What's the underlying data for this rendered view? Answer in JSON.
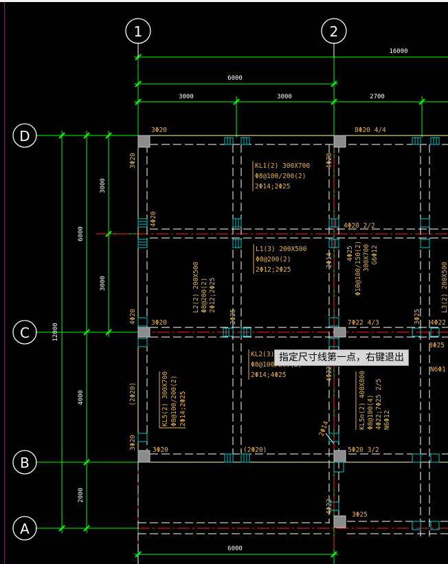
{
  "axes": {
    "vertical": [
      "1",
      "2"
    ],
    "horizontal": [
      "D",
      "C",
      "B",
      "A"
    ]
  },
  "dimensions": {
    "top_total": "16000",
    "top_span": "6000",
    "top_bays": [
      "3000",
      "3000",
      "2700"
    ],
    "left_total": "12000",
    "left_upper": "6000",
    "left_d_mid": "3000",
    "left_mid_c": "3000",
    "left_c_b": "4000",
    "left_b_a": "2000",
    "bottom_span": "6000"
  },
  "annotations": {
    "d1_top": "3Φ20",
    "d1_side": "3Φ20",
    "d2_top": "8Φ20 4/4",
    "d2_side": "4Φ20",
    "kl1_a": "KL1(2) 300X700",
    "kl1_b": "Φ8@100/200(2)",
    "kl1_c": "2Φ14;2Φ25",
    "mid_side": "4Φ20",
    "mid2": "4Φ20 2/2",
    "l1_a": "L1(3) 200X500",
    "l1_b": "Φ8@200(2)",
    "l1_c": "2Φ12;2Φ25",
    "l2_a": "L2(2) 200X500",
    "l2_b": "Φ8@200(2)",
    "l2_c": "2Φ12;2Φ25",
    "v2_a": "2Φ14",
    "v2_b": "4Φ25",
    "v2_c": "Φ10@100/150(2)",
    "v2_d": "300X700",
    "v2_e": "G6Φ12",
    "l3_a": "L3(2) 200X500",
    "c_left_top": "3Φ20",
    "c_left_side": "4Φ20",
    "c_mid": "2Φ25",
    "c2_top": "7Φ22 4/3",
    "c2_r1": "3Φ25",
    "c2_r2": "4Φ22",
    "c2_r3": "8Φ25",
    "c2_r4": "N6Φ1",
    "kl2_a": "KL2(3)",
    "kl2_b": "Φ8@100/200(2)",
    "kl2_c": "2Φ14;4Φ25",
    "v2_lower": "4Φ22",
    "kl5_a": "KL5(2) 300X700",
    "kl5_b": "Φ8@100/200(2)",
    "kl5_c": "2Φ14;2Φ25",
    "kl5_side": "(2Φ20)",
    "kl5n_a": "KL5n(2) 400X800",
    "kl5n_b": "Φ8@100(4)",
    "kl5n_c": "4Φ22;7Φ25 2/5",
    "kl5n_d": "N6Φ12",
    "b1_top": "3Φ20",
    "b1_side": "3Φ20",
    "b_mid": "(2Φ20)",
    "b_2phi14": "2Φ14",
    "b2_top": "5Φ20 3/2",
    "a2_side": "4Φ22",
    "a2_top": "3Φ25"
  },
  "status": {
    "prompt": "指定尺寸线第一点，右键退出"
  },
  "colors": {
    "background": "#000000",
    "dimension": "#00ff00",
    "axis": "#ffffff",
    "beam": "#ffffff",
    "beam_line": "#ffff99",
    "axis_line": "#ff2020",
    "annotation": "#e5b24a",
    "column": "#8c8c8c",
    "rebar": "#00c8c8"
  }
}
